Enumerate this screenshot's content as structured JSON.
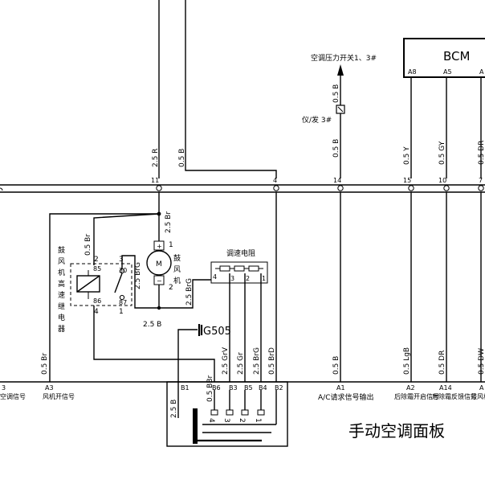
{
  "bcm": {
    "label": "BCM",
    "pins": [
      "A8",
      "A5",
      "A"
    ]
  },
  "pressure_switch": {
    "label": "空调压力开关1、3#"
  },
  "dash_connector": {
    "label": "仪/发 3#"
  },
  "splice_pins": [
    "11",
    "4",
    "14",
    "15",
    "10",
    "7"
  ],
  "wire_labels": {
    "top_r": "2.5 R",
    "top_b": "0.5 B",
    "pressure_b": "0.5 B",
    "mid_b": "0.5 B",
    "a8": "0.5 Y",
    "a5": "0.5 GY",
    "a_right": "0.5 DR",
    "br_main": "2.5 Br",
    "br_relay": "0.5 Br",
    "brg_motor": "2.5 BrG",
    "brg_res": "2.5 BrG",
    "b_ground": "2.5 B",
    "grv": "2.5 GrV",
    "gr": "2.5 Gr",
    "brg_panel": "2.5 BrG",
    "brd": "0.5 BrD",
    "br_left": "0.5 Br",
    "b_a1": "0.5 B",
    "lgb": "0.5 LgB",
    "dr_a14": "0.5 DR",
    "dw": "0.5 DW",
    "bbr": "0.5 BBr",
    "b_panel": "2.5 B"
  },
  "relay": {
    "name": [
      "鼓",
      "风",
      "机",
      "高",
      "速",
      "继",
      "电",
      "器"
    ],
    "pins": [
      "2",
      "85",
      "86",
      "4",
      "3",
      "30",
      "87",
      "1"
    ]
  },
  "motor": {
    "name": [
      "鼓",
      "风",
      "机"
    ],
    "symbol": "M",
    "plus": "+",
    "minus": "−",
    "pins": [
      "1",
      "2"
    ]
  },
  "resistor": {
    "name": "调速电阻",
    "pins": [
      "4",
      "3",
      "2",
      "1"
    ]
  },
  "ground": {
    "label": "G505"
  },
  "panel_pins": {
    "b1": "B1",
    "b6": "B6",
    "b3": "B3",
    "b5": "B5",
    "b4": "B4",
    "b2": "B2",
    "a3": "A3",
    "a3_left": "3",
    "a1": "A1",
    "a2": "A2",
    "a14": "A14",
    "a_right": "A"
  },
  "panel_pin_descs": {
    "left_edge": "空调信号",
    "a3": "风机开信号",
    "a1": "A/C请求信号输出",
    "a2": "后除霜开启信号",
    "a14": "后除霜反馈信号",
    "right_edge": "鼓风机"
  },
  "switch_terminals": [
    "4",
    "3",
    "2",
    "1"
  ],
  "panel_title": "手动空调面板"
}
